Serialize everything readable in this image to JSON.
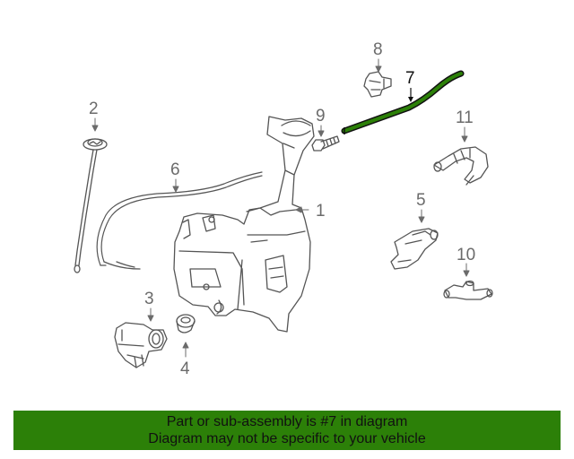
{
  "callouts": {
    "c1": "1",
    "c2": "2",
    "c3": "3",
    "c4": "4",
    "c5": "5",
    "c6": "6",
    "c7": "7",
    "c8": "8",
    "c9": "9",
    "c10": "10",
    "c11": "11"
  },
  "highlighted_part": "7",
  "colors": {
    "highlight_stroke": "#2c8008",
    "line_art": "#555555",
    "banner_bg": "#2c8008"
  },
  "banner": {
    "line1": "Part or sub-assembly is #7 in diagram",
    "line2": "Diagram may not be specific to your vehicle"
  }
}
